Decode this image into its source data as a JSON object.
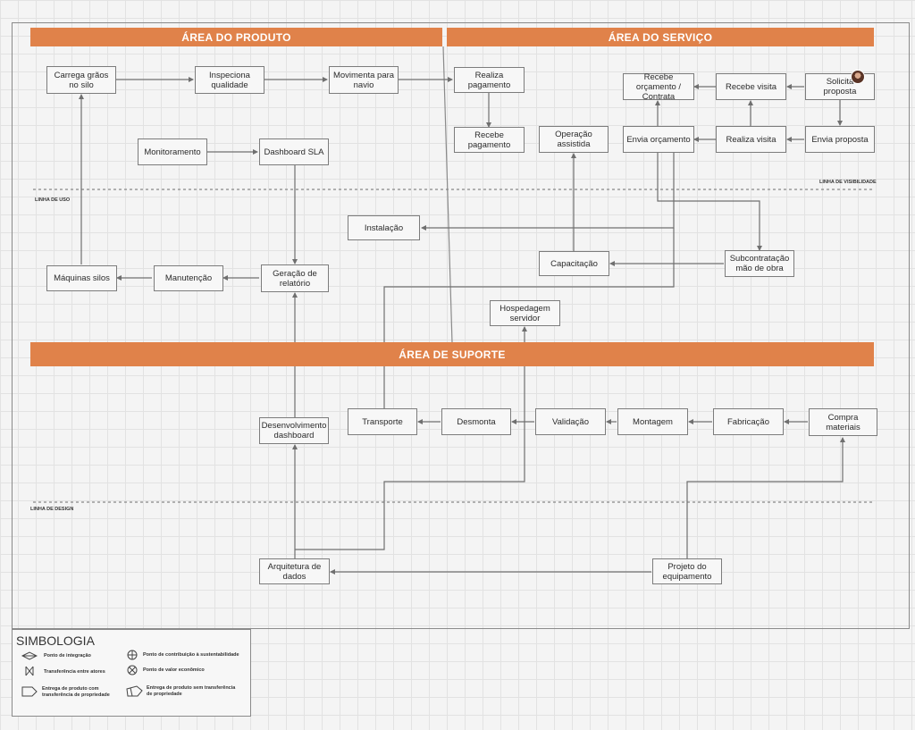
{
  "bands": {
    "produto": "ÁREA DO PRODUTO",
    "servico": "ÁREA DO SERVIÇO",
    "suporte": "ÁREA DE SUPORTE"
  },
  "lines": {
    "visibilidade": "LINHA DE VISIBILIDADE",
    "uso": "LINHA DE USO",
    "design": "LINHA DE DESIGN"
  },
  "nodes": {
    "carrega": "Carrega grãos no silo",
    "inspeciona": "Inspeciona qualidade",
    "movimenta": "Movimenta para navio",
    "realiza_pagamento": "Realiza pagamento",
    "recebe_pagamento": "Recebe pagamento",
    "recebe_orcamento": "Recebe orçamento / Contrata",
    "recebe_visita": "Recebe visita",
    "solicita": "Solicita proposta",
    "operacao": "Operação assistida",
    "envia_orcamento": "Envia orçamento",
    "realiza_visita": "Realiza visita",
    "envia_proposta": "Envia proposta",
    "monitoramento": "Monitoramento",
    "dashboard_sla": "Dashboard SLA",
    "instalacao": "Instalação",
    "maquinas": "Máquinas silos",
    "manutencao": "Manutenção",
    "geracao": "Geração de relatório",
    "capacitacao": "Capacitação",
    "subcontratacao": "Subcontratação mão de obra",
    "hospedagem": "Hospedagem servidor",
    "desenvolvimento": "Desenvolvimento dashboard",
    "transporte": "Transporte",
    "desmonta": "Desmonta",
    "validacao": "Validação",
    "montagem": "Montagem",
    "fabricacao": "Fabricação",
    "compra": "Compra materiais",
    "arquitetura": "Arquitetura de dados",
    "projeto": "Projeto do equipamento"
  },
  "legend": {
    "title": "SIMBOLOGIA",
    "items": [
      {
        "icon": "integration-point-icon",
        "text": "Ponto de integração"
      },
      {
        "icon": "sustainability-point-icon",
        "text": "Ponto de contribuição à sustentabilidade"
      },
      {
        "icon": "actor-transfer-icon",
        "text": "Transferência entre atores"
      },
      {
        "icon": "economic-value-icon",
        "text": "Ponto de valor econômico"
      },
      {
        "icon": "product-delivery-transfer-icon",
        "text": "Entrega de produto com transferência de propriedade"
      },
      {
        "icon": "product-delivery-no-transfer-icon",
        "text": "Entrega de produto sem transferência de propriedade"
      }
    ]
  },
  "colors": {
    "band": "#e0824a",
    "node_border": "#7c7c7c",
    "connector": "#6f6f6f"
  }
}
